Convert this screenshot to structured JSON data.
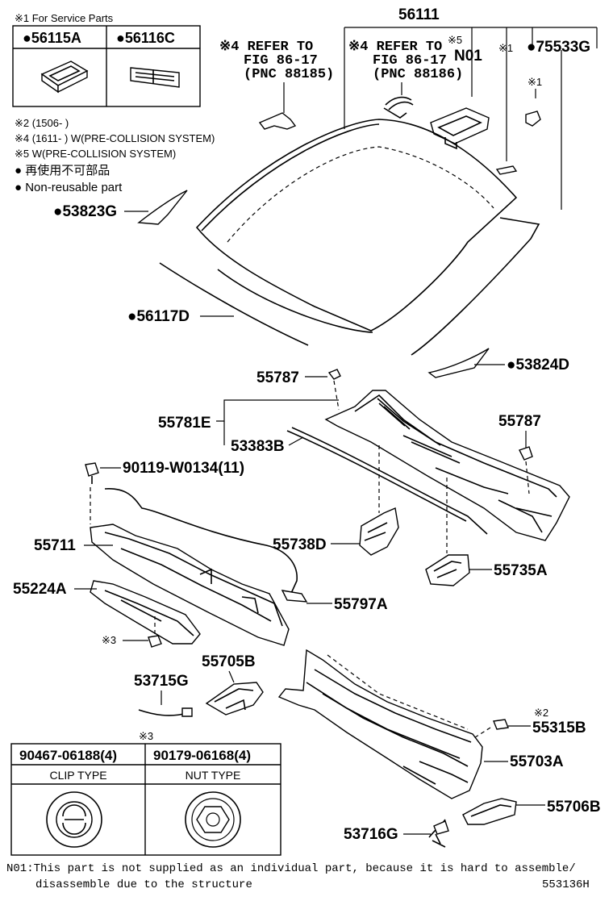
{
  "legend": {
    "note1_heading": "※1 For Service Parts",
    "service_parts": [
      "●56115A",
      "●56116C"
    ],
    "note2": "※2 (1506-        )",
    "note4": "※4 (1611-        ) W(PRE-COLLISION SYSTEM)",
    "note5": "※5 W(PRE-COLLISION SYSTEM)",
    "nonreusable_jp": "● 再使用不可部品",
    "nonreusable_en": "● Non-reusable part"
  },
  "refs": {
    "ref1": [
      "※4 REFER TO",
      "FIG 86-17",
      "(PNC 88185)"
    ],
    "ref2": [
      "※4 REFER TO",
      "FIG 86-17",
      "(PNC 88186)"
    ]
  },
  "labels": {
    "p56111": "56111",
    "n5": "※5",
    "n01": "N01",
    "n1a": "※1",
    "p75533g": "●75533G",
    "n1b": "※1",
    "p53823g": "●53823G",
    "p56117d": "●56117D",
    "p53824d": "●53824D",
    "p55787a": "55787",
    "p55781e": "55781E",
    "p53383b": "53383B",
    "p55787b": "55787",
    "p90119": "90119-W0134(11)",
    "p55711": "55711",
    "p55738d": "55738D",
    "p55735a": "55735A",
    "p55224a": "55224A",
    "p55797a": "55797A",
    "n3a": "※3",
    "p55705b": "55705B",
    "p53715g": "53715G",
    "n2": "※2",
    "p55315b": "55315B",
    "p55703a": "55703A",
    "p55706b": "55706B",
    "p53716g": "53716G",
    "n3b": "※3"
  },
  "clip_table": {
    "col1_part": "90467-06188(4)",
    "col1_type": "CLIP TYPE",
    "col2_part": "90179-06168(4)",
    "col2_type": "NUT TYPE"
  },
  "footnote": {
    "line1": "N01:This part is not supplied as an individual part,  because it is hard to assemble/",
    "line2": "disassemble due to the structure"
  },
  "diagram_id": "553136H"
}
